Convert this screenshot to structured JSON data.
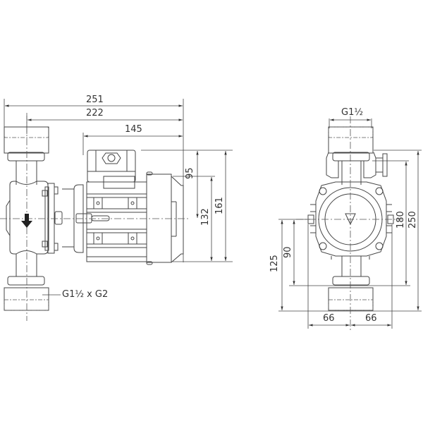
{
  "drawing": {
    "title": "Pump dimension drawing",
    "side_view": {
      "dimensions": {
        "overall_length": "251",
        "inlet_axis_to_end": "222",
        "motor_length": "145",
        "axis_to_top": "95",
        "motor_height": "132",
        "total_height": "161"
      },
      "connection_label": "G1½ x G2",
      "flow_direction": "arrow-down-icon"
    },
    "front_view": {
      "dimensions": {
        "connection": "G1½",
        "axis_to_bottom": "90",
        "axis_to_base": "125",
        "port_to_port": "180",
        "overall_height": "250",
        "half_width_left": "66",
        "half_width_right": "66"
      },
      "flow_direction": "triangle-down-icon"
    },
    "colors": {
      "line": "#444444",
      "background": "#ffffff",
      "arrow": "#222222"
    }
  }
}
